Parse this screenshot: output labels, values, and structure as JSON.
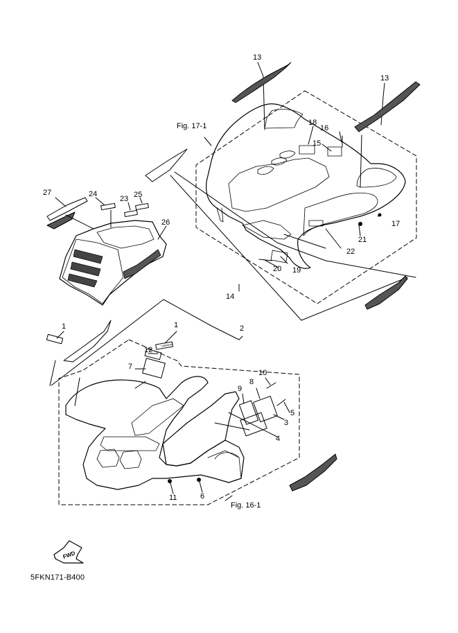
{
  "labels": {
    "p1a": "1",
    "p1b": "1",
    "p2": "2",
    "p3": "3",
    "p4": "4",
    "p5": "5",
    "p6": "6",
    "p7": "7",
    "p8": "8",
    "p9": "9",
    "p10": "10",
    "p11": "11",
    "p12": "12",
    "p13a": "13",
    "p13b": "13",
    "p14": "14",
    "p15": "15",
    "p16": "16",
    "p17": "17",
    "p18": "18",
    "p19": "19",
    "p20": "20",
    "p21": "21",
    "p22": "22",
    "p23": "23",
    "p24": "24",
    "p25": "25",
    "p26": "26",
    "p27": "27"
  },
  "figure_refs": {
    "upper": "Fig. 17-1",
    "lower": "Fig. 16-1"
  },
  "fwd_icon": {
    "text": "FWD"
  },
  "decal_text": "YAMAHA",
  "diagram_code": "5FKN171-B400"
}
